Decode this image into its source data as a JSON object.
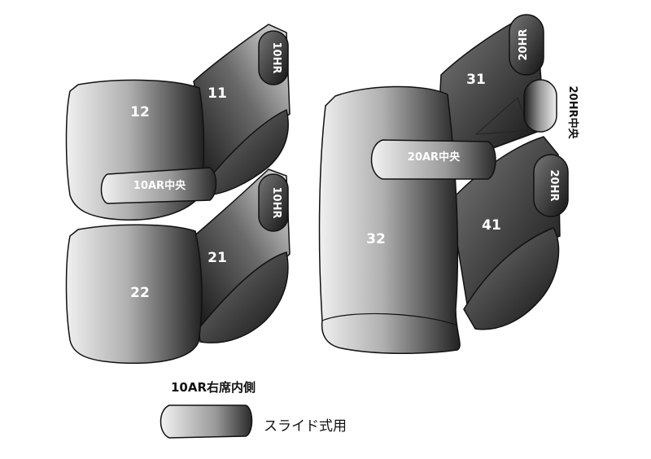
{
  "seats": {
    "s11": "11",
    "s12": "12",
    "s21": "21",
    "s22": "22",
    "s31": "31",
    "s32": "32",
    "s41": "41"
  },
  "pads": {
    "hr10_top": "10HR",
    "hr10_bottom": "10HR",
    "ar10_center": "10AR中央",
    "hr20_top": "20HR",
    "hr20_center": "20HR中央",
    "hr20_bottom": "20HR",
    "ar20_center": "20AR中央"
  },
  "legend": {
    "title": "10AR右席内側",
    "caption": "スライド式用"
  },
  "colors": {
    "dark": "#1a1a1a",
    "mid": "#555555",
    "light": "#dcdcdc",
    "outline": "#111111"
  }
}
